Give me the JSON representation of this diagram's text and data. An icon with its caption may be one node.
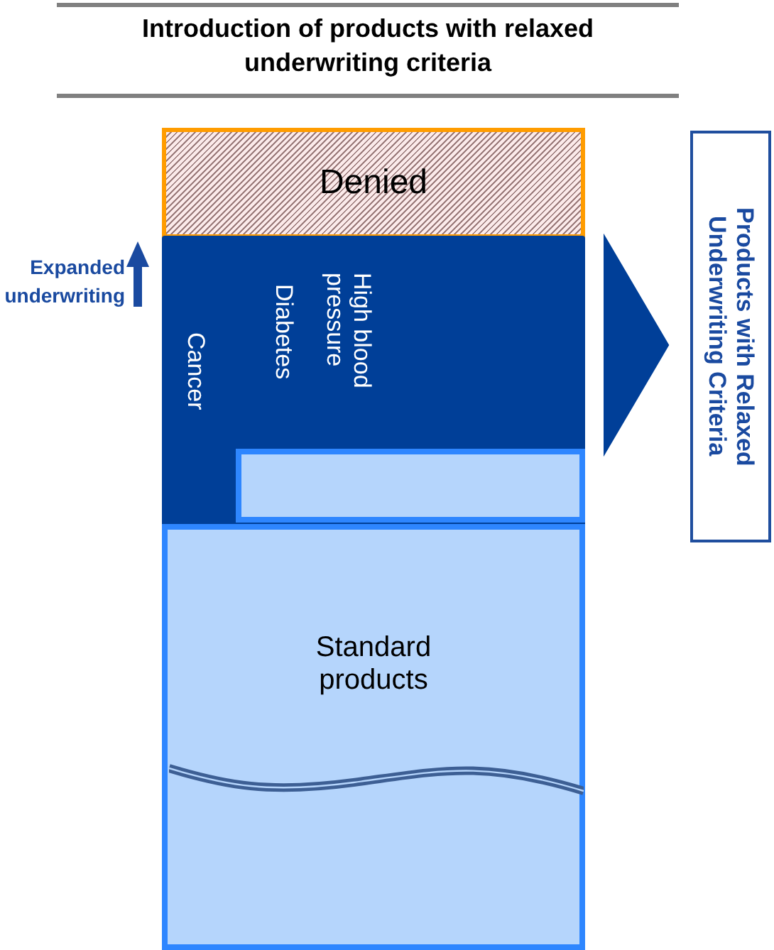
{
  "diagram": {
    "title": "Introduction of products with relaxed underwriting criteria",
    "nodes": [
      {
        "text": [
          "Denied"
        ]
      },
      {
        "text": [
          "High blood pressure",
          "Diabetes",
          "Cancer"
        ]
      },
      {
        "text": [],
        "shape": "box",
        "in": 1
      },
      {
        "text": [
          "Standard products"
        ]
      },
      {
        "text": [
          "Products with Relaxed Underwriting Criteria"
        ]
      }
    ],
    "edges": [
      {
        "from": 1,
        "to": 4,
        "arrow": "to"
      }
    ],
    "labels": [
      "Expanded underwriting"
    ]
  }
}
